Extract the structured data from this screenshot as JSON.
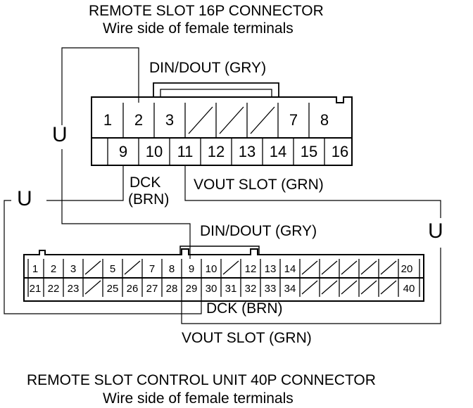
{
  "top_connector": {
    "title": "REMOTE SLOT 16P CONNECTOR",
    "subtitle": "Wire side of female terminals",
    "row1_pins": [
      "1",
      "2",
      "3",
      "",
      "",
      "",
      "7",
      "8"
    ],
    "row2_pins": [
      "9",
      "10",
      "11",
      "12",
      "13",
      "14",
      "15",
      "16"
    ]
  },
  "bottom_connector": {
    "title": "REMOTE SLOT CONTROL UNIT 40P CONNECTOR",
    "subtitle": "Wire side of female terminals",
    "row1_pins": [
      "1",
      "2",
      "3",
      "",
      "5",
      "",
      "7",
      "8",
      "9",
      "10",
      "",
      "12",
      "13",
      "14",
      "",
      "",
      "",
      "",
      "",
      "20"
    ],
    "row2_pins": [
      "21",
      "22",
      "23",
      "",
      "25",
      "26",
      "27",
      "28",
      "29",
      "30",
      "31",
      "32",
      "33",
      "34",
      "",
      "",
      "",
      "",
      "",
      "40"
    ]
  },
  "wire_labels": {
    "din_dout_top": "DIN/DOUT (GRY)",
    "dck_top_1": "DCK",
    "dck_top_2": "(BRN)",
    "vout_top": "VOUT SLOT (GRN)",
    "din_dout_bottom": "DIN/DOUT (GRY)",
    "dck_bottom": "DCK (BRN)",
    "vout_bottom": "VOUT SLOT (GRN)"
  },
  "splice_symbol": "U"
}
